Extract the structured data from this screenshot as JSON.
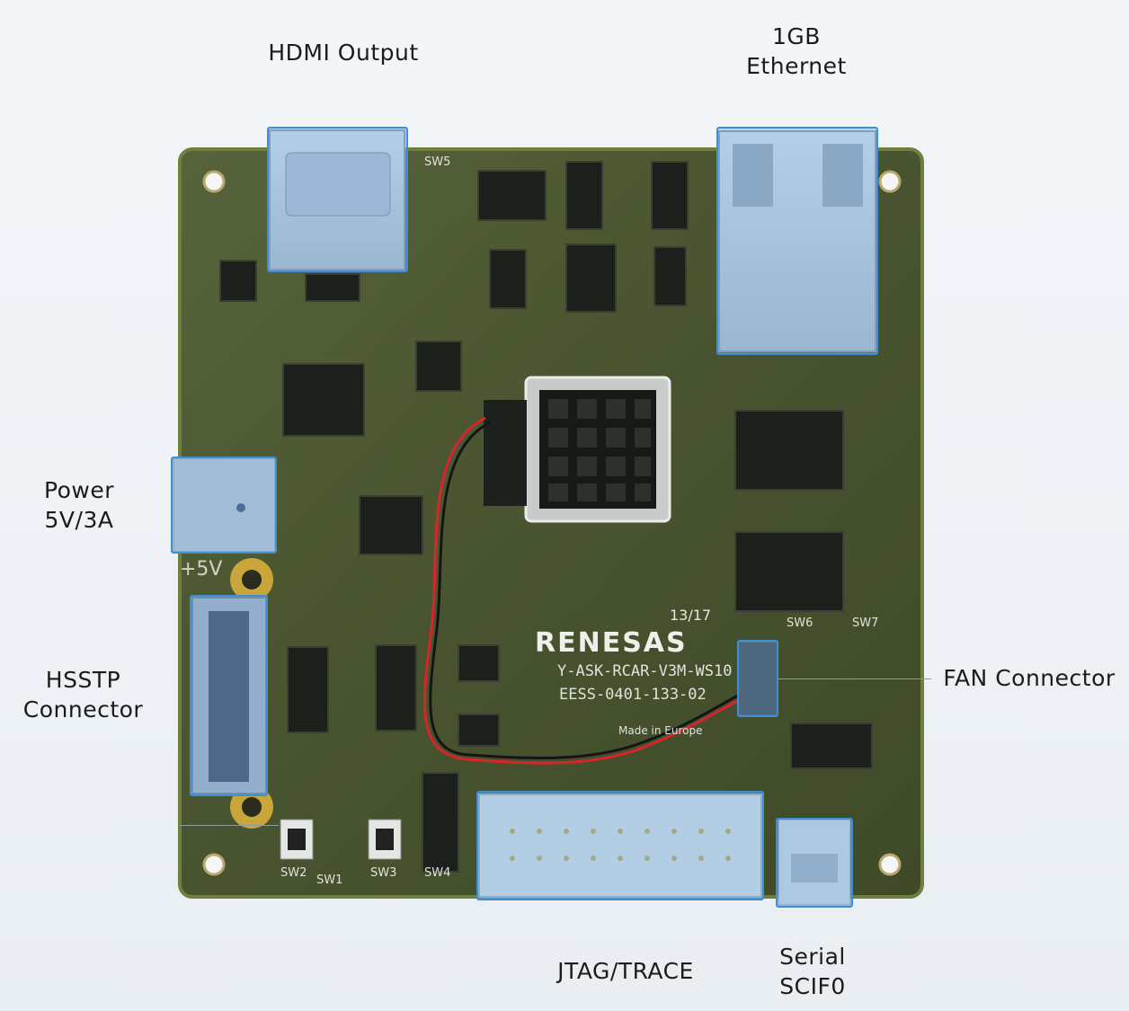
{
  "labels": {
    "hdmi": "HDMI Output",
    "ethernet_line1": "1GB",
    "ethernet_line2": "Ethernet",
    "power_line1": "Power",
    "power_line2": "5V/3A",
    "hsstp_line1": "HSSTP",
    "hsstp_line2": "Connector",
    "fan": "FAN Connector",
    "jtag": "JTAG/TRACE",
    "serial_line1": "Serial",
    "serial_line2": "SCIF0"
  },
  "board": {
    "brand": "RENESAS",
    "model": "Y-ASK-RCAR-V3M-WS10",
    "part": "EESS-0401-133-02",
    "date": "13/17",
    "made_in": "Made in Europe",
    "silk_5v": "+5V",
    "switches": [
      "SW5",
      "SW6",
      "SW7",
      "SW2",
      "SW1",
      "SW3",
      "SW4"
    ]
  },
  "colors": {
    "pcb": "#4a5632",
    "highlight": "#3f8fd6",
    "cable_red": "#d8252b"
  }
}
